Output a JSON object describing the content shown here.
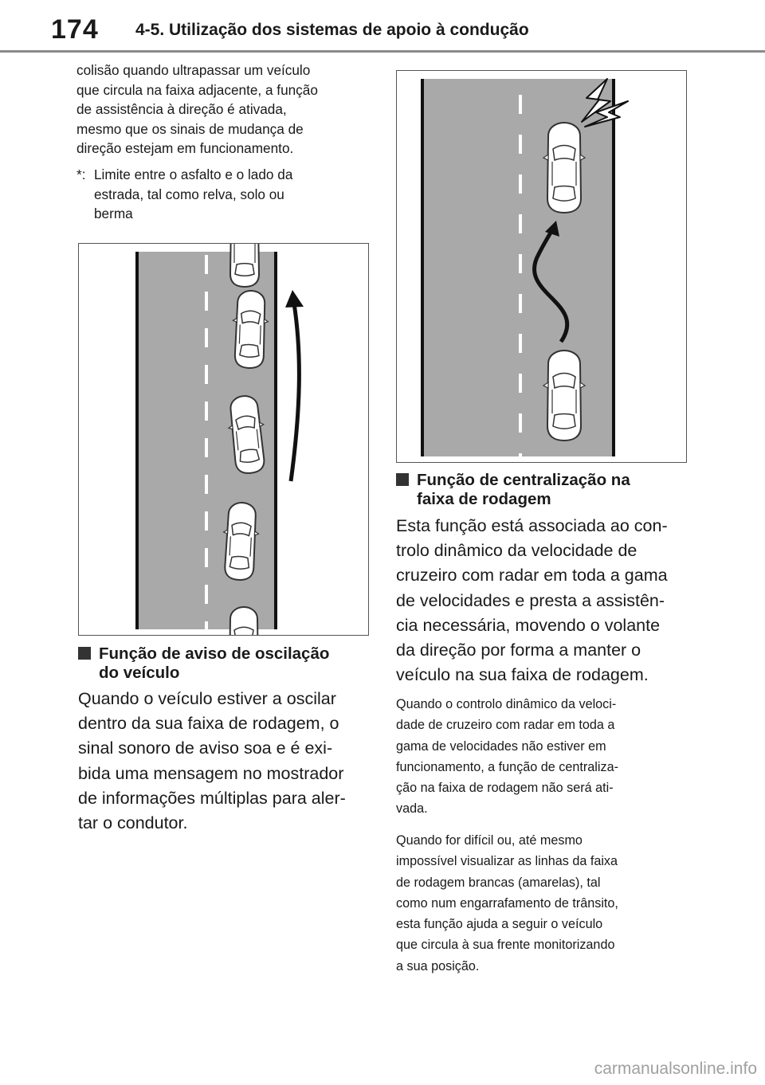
{
  "header": {
    "page_number": "174",
    "section_title": "4-5. Utilização dos sistemas de apoio à condução"
  },
  "left_column": {
    "intro_lines": [
      "colisão quando ultrapassar um veículo",
      "que circula na faixa adjacente, a função",
      "de assistência à direção é ativada,",
      "mesmo que os sinais de mudança de",
      "direção estejam em funcionamento."
    ],
    "footnote": {
      "mark": "*:",
      "lines": [
        "Limite entre o asfalto e o lado da",
        "estrada, tal como relva, solo ou",
        "berma"
      ]
    },
    "section": {
      "heading_lines": [
        "Função de aviso de oscilação",
        "do veículo"
      ],
      "body_lines": [
        "Quando o veículo estiver a oscilar",
        "dentro da sua faixa de rodagem, o",
        "sinal sonoro de aviso soa e é exi-",
        "bida uma mensagem no mostrador",
        "de informações múltiplas para aler-",
        "tar o condutor."
      ]
    }
  },
  "right_column": {
    "section": {
      "heading_lines": [
        "Função de centralização na",
        "faixa de rodagem"
      ],
      "body_lines": [
        "Esta função está associada ao con-",
        "trolo dinâmico da velocidade de",
        "cruzeiro com radar em toda a gama",
        "de velocidades e presta a assistên-",
        "cia necessária, movendo o volante",
        "da direção por forma a manter o",
        "veículo na sua faixa de rodagem."
      ]
    },
    "note1_lines": [
      "Quando o controlo dinâmico da veloci-",
      "dade de cruzeiro com radar em toda a",
      "gama de velocidades não estiver em",
      "funcionamento, a função de centraliza-",
      "ção na faixa de rodagem não será ati-",
      "vada."
    ],
    "note2_lines": [
      "Quando for difícil ou, até mesmo",
      "impossível visualizar as linhas da faixa",
      "de rodagem brancas (amarelas), tal",
      "como num engarrafamento de trânsito,",
      "esta função ajuda a seguir o veículo",
      "que circula à sua frente monitorizando",
      "a sua posição."
    ]
  },
  "watermark": "carmanualsonline.info",
  "colors": {
    "road": "#a9a9a9",
    "lane_line": "#ffffff",
    "edge_line": "#111111",
    "car_fill": "#ffffff",
    "car_stroke": "#333333",
    "heading_bullet": "#333333"
  },
  "icons": {
    "figure1": "weaving-vehicles-with-arrow-illustration",
    "figure2": "lane-centering-vehicles-with-warning-illustration",
    "warning": "lightning-bolt-icon"
  }
}
